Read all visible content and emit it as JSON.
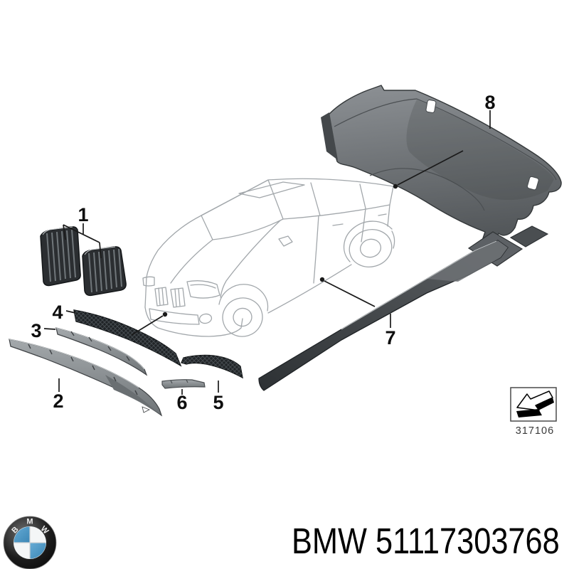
{
  "diagram": {
    "callouts": [
      {
        "n": "1"
      },
      {
        "n": "2"
      },
      {
        "n": "3"
      },
      {
        "n": "4"
      },
      {
        "n": "5"
      },
      {
        "n": "6"
      },
      {
        "n": "7"
      },
      {
        "n": "8"
      }
    ],
    "ref_code": "317106"
  },
  "footer": {
    "part_label": "BMW 51117303768",
    "logo_letters": [
      "B",
      "M",
      "W"
    ]
  },
  "colors": {
    "background": "#ffffff",
    "line_art": "#a2a7ab",
    "mesh_dark": "#1f2326",
    "trim_gray": "#8b9093",
    "bumper_gray": "#74787c",
    "label_text": "#0e0e0e",
    "logo_blue": "#4e9aca"
  }
}
